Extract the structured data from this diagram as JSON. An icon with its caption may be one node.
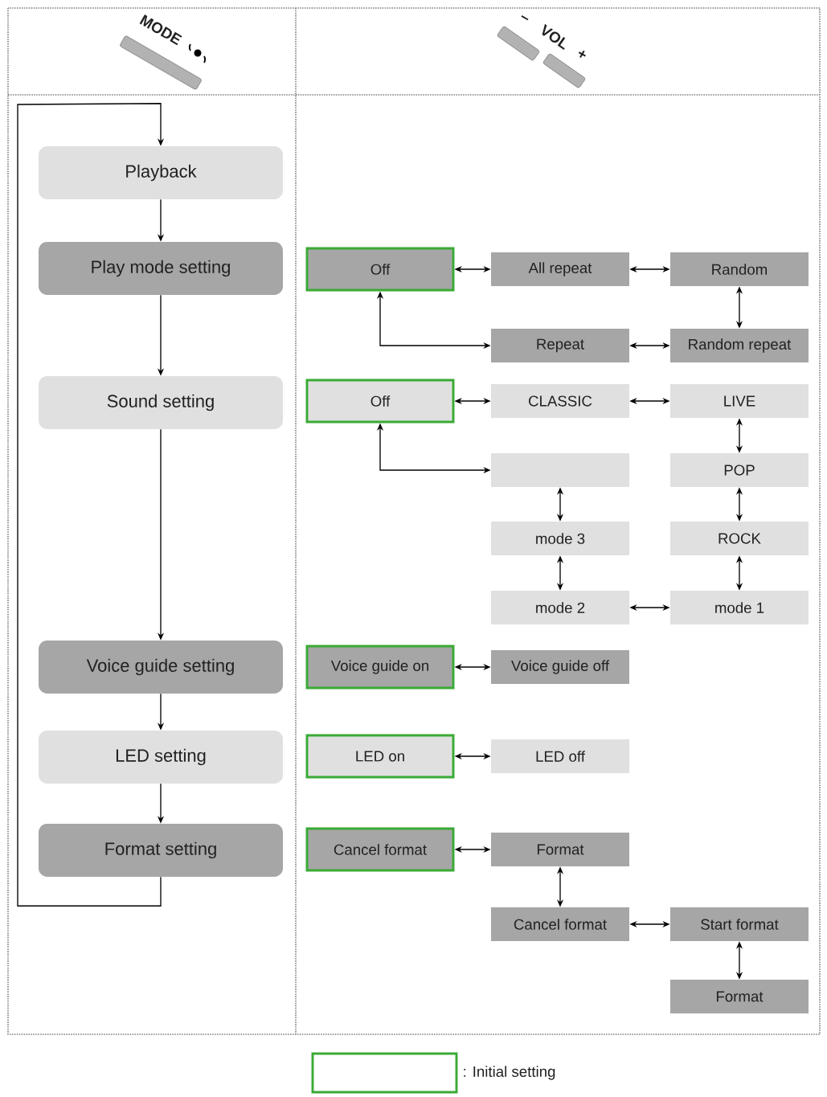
{
  "diagram": {
    "nodes": [
      {
        "text": [
          "Playback"
        ]
      },
      {
        "text": [
          "Play mode setting"
        ]
      },
      {
        "text": [
          "Sound setting"
        ]
      },
      {
        "text": [
          "Voice guide setting"
        ]
      },
      {
        "text": [
          "LED setting"
        ]
      },
      {
        "text": [
          "Format setting"
        ]
      },
      {
        "text": [
          "Off"
        ]
      },
      {
        "text": [
          "All repeat"
        ]
      },
      {
        "text": [
          "Random"
        ]
      },
      {
        "text": [
          "Repeat"
        ]
      },
      {
        "text": [
          "Random repeat"
        ]
      },
      {
        "text": [
          "Off"
        ]
      },
      {
        "text": [
          "CLASSIC"
        ]
      },
      {
        "text": [
          "LIVE"
        ]
      },
      {
        "text": [],
        "shape": "box"
      },
      {
        "text": [
          "POP"
        ]
      },
      {
        "text": [
          "mode 3"
        ]
      },
      {
        "text": [
          "ROCK"
        ]
      },
      {
        "text": [
          "mode 2"
        ]
      },
      {
        "text": [
          "mode 1"
        ]
      },
      {
        "text": [
          "Voice guide on"
        ]
      },
      {
        "text": [
          "Voice guide off"
        ]
      },
      {
        "text": [
          "LED on"
        ]
      },
      {
        "text": [
          "LED off"
        ]
      },
      {
        "text": [
          "Cancel format"
        ]
      },
      {
        "text": [
          "Format"
        ]
      },
      {
        "text": [
          "Cancel format"
        ]
      },
      {
        "text": [
          "Start format"
        ]
      },
      {
        "text": [
          "Format"
        ]
      }
    ],
    "edges": [
      {
        "from": 0,
        "to": 1,
        "arrow": "to"
      },
      {
        "from": 1,
        "to": 2,
        "arrow": "to"
      },
      {
        "from": 2,
        "to": 3,
        "arrow": "to"
      },
      {
        "from": 3,
        "to": 4,
        "arrow": "to"
      },
      {
        "from": 4,
        "to": 5,
        "arrow": "to"
      },
      {
        "from": 5,
        "to": 0,
        "arrow": "to"
      },
      {
        "from": 6,
        "to": 7,
        "arrow": "both"
      },
      {
        "from": 7,
        "to": 8,
        "arrow": "both"
      },
      {
        "from": 8,
        "to": 10,
        "arrow": "both"
      },
      {
        "from": 10,
        "to": 9,
        "arrow": "both"
      },
      {
        "from": 9,
        "to": 6,
        "arrow": "both"
      },
      {
        "from": 11,
        "to": 12,
        "arrow": "both"
      },
      {
        "from": 12,
        "to": 13,
        "arrow": "both"
      },
      {
        "from": 13,
        "to": 15,
        "arrow": "both"
      },
      {
        "from": 15,
        "to": 17,
        "arrow": "both"
      },
      {
        "from": 17,
        "to": 19,
        "arrow": "both"
      },
      {
        "from": 19,
        "to": 18,
        "arrow": "both"
      },
      {
        "from": 18,
        "to": 16,
        "arrow": "both"
      },
      {
        "from": 16,
        "to": 14,
        "arrow": "both"
      },
      {
        "from": 14,
        "to": 11,
        "arrow": "both"
      },
      {
        "from": 20,
        "to": 21,
        "arrow": "both"
      },
      {
        "from": 22,
        "to": 23,
        "arrow": "both"
      },
      {
        "from": 24,
        "to": 25,
        "arrow": "both"
      },
      {
        "from": 25,
        "to": 26,
        "arrow": "both"
      },
      {
        "from": 26,
        "to": 27,
        "arrow": "both"
      },
      {
        "from": 27,
        "to": 28,
        "arrow": "both"
      }
    ],
    "labels": [
      "MODE",
      "–",
      "VOL",
      "+"
    ],
    "legend": [
      {
        "text": ": Initial setting"
      }
    ]
  }
}
